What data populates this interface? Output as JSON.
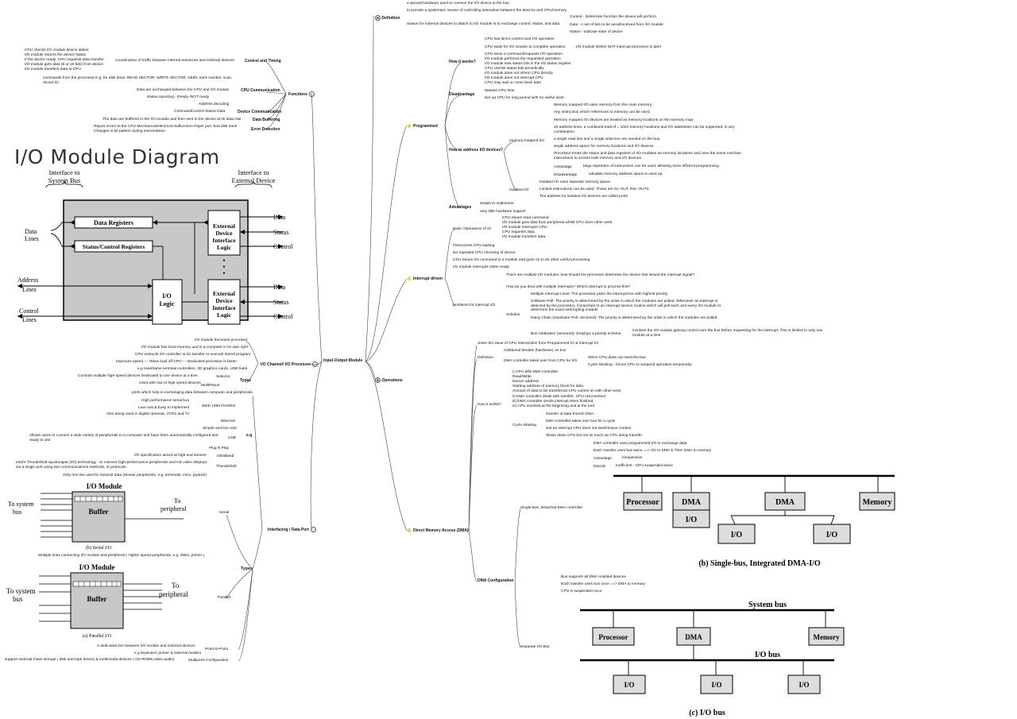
{
  "root": "Input-Output Module",
  "left": {
    "functions": {
      "label": "Functions",
      "control_timing": {
        "label": "Control and Timing",
        "desc": "Coordination of traffic between internal resources and external devices",
        "steps": [
          "CPU checks I/O module device status",
          "I/O module returns the device status",
          "If the device ready, CPU requests data transfer",
          "I/O module gets data (8 or 16 bits) from device",
          "I/O module transfers data to CPU"
        ]
      },
      "cpu_comm": {
        "label": "CPU Communication",
        "items": [
          "commands from the processor E.g. for disk drive: READ SECTOR, WRITE SECTOR, SEEK track number, scan record ID",
          "Data are exchanged between the CPU and I/O module",
          "Status reporting - Ready /NOT ready",
          "Address decoding"
        ]
      },
      "device_comm": {
        "label": "Device Communication",
        "desc": "Command/control Status Data"
      },
      "data_buffering": {
        "label": "Data Buffering",
        "desc": "The data are buffered in the I/O module and then sent to the device at its data rate"
      },
      "error_detection": {
        "label": "Error Detection",
        "desc": "Report errors to the CPU Mechanical/electrical malfunction Paper jam, bad disk track Changes in bit pattern during transmission"
      }
    },
    "diagram": {
      "title": "I/O Module Diagram",
      "iface_sys": "Interface to System Bus",
      "iface_ext": "Interface to External Device",
      "data_registers": "Data Registers",
      "status_registers": "Status/Control Registers",
      "io_logic": "I/O Logic",
      "ext_logic": "External Device Interface Logic",
      "data_lines": "Data Lines",
      "address_lines": "Address Lines",
      "control_lines": "Control Lines",
      "out_data": "Data",
      "out_status": "Status",
      "out_control": "Control"
    },
    "channel": {
      "label": "I/O Channel/ I/O Processor",
      "items": [
        "I/O module becomes processor",
        "I/O module has local memory and is a computer in its own right.",
        "CPU instructs I/O controller to do transfer or execute stored program",
        "Improves speed --- Takes load off CPU --- Dedicated processor is faster",
        "e.g mainframe terminal controllers, 3D graphics cards, USB hubs"
      ],
      "types_label": "Types",
      "selector": "Selector",
      "selector_desc": "Controls multiple high-speed devices  Dedicated to one device at a time",
      "multiplexor": "MultiPlexor",
      "multiplexor_desc": "Used with low or high speed devices"
    },
    "port": {
      "label": "Interfacing / Data Port",
      "desc": "ports which help in exchanging data between computer and peripherals.",
      "eg": "e.g",
      "ieee": "IEEE 1394 FireWire",
      "ieee_items": [
        "High performance serial bus",
        "Low cost & Easy to implement",
        "Also being used in digital cameras, VCRs and TV"
      ],
      "ethernet": "Ethernet",
      "usb": "USB",
      "usb_items": [
        "Simple and low cost",
        "Allows users to connect a wide variety of peripherals to a computer and have them automatically configured and ready to use",
        "Plug N Play"
      ],
      "infiniband": "InfiniBand",
      "infiniband_desc": "I/O specification aimed at high end servers",
      "thunderbolt": "Thunderbolt",
      "thunderbolt_desc": "Intel's Thunderbolt input/output (I/O) technology - to connect high-performance peripherals and HD video displays via a single port using two communications methods, or protocols.",
      "types": "Types",
      "serial": "Serial",
      "serial_desc": "Only one line used to transmit data (Slower peripherals, e.g. terminals, mice, joystick)",
      "parallel": "Parallel",
      "parallel_desc": "Multiple lines connecting I/O module and peripheral ( Higher speed peripherals, e.g. disks, printer )",
      "ptp": "Point-to-Point",
      "ptp_items": [
        "A dedicated line between I/O module and external devices",
        "e.g keyboard, printer & external modem"
      ],
      "multipoint": "Multipoint Configuration",
      "multipoint_desc": "support external mass storage ( disk and tape drives) & multimedia devices ( CD-ROMs,video,audio)"
    },
    "serial_fig": {
      "title": "I/O Module",
      "buffer": "Buffer",
      "sys": "To system bus",
      "peri": "To peripheral",
      "caption": "(b) Serial I/O"
    },
    "parallel_fig": {
      "title": "I/O Module",
      "buffer": "Buffer",
      "sys": "To system bus",
      "peri": "To peripheral",
      "caption": "(a) Parallel I/O"
    }
  },
  "right": {
    "definition": {
      "label": "Definition",
      "items": [
        "a special hardware used to connect the I/O device to the bus",
        "to provide a systematic means of controlling interaction between the devices and CPU/memory"
      ],
      "reason": "reason for external devices to attach to I/O module is to exchange control, status, and data",
      "cds": [
        "Control - Determine function the device will perform",
        "Data - A set of bits to be send/received from I/O module",
        "Status - Indicate state of device"
      ]
    },
    "operations": "Operations",
    "programmed": {
      "label": "Programmed",
      "how_label": "How it works?",
      "how_items": [
        "CPU has direct control over I/O operation",
        "CPU waits for I/O module to complete operation"
      ],
      "no_interrupt": "I/O module DOES NOT  interrupt processor to alert",
      "steps": [
        "CPU issue a command/requests I/O operation",
        "I/O module performs the requested operation",
        "I/O module sets status bits in the I/O status register",
        "CPU checks status bits periodically",
        "I/O module does not inform CPU directly",
        "I/O module does not interrupt CPU",
        "CPU may wait or come back later"
      ],
      "dis_label": "Disadvantage",
      "dis_items": [
        "Wastes CPU time",
        "ties up CPU for long period with no useful work"
      ],
      "addr_label": "How to address I/O devices?",
      "mm_label": "memory-mapped I/O",
      "mm_items": [
        "Memory mapped I/O uses memory from the main memory.",
        "Any instruction which references to memory can be used.",
        "Memory mapped I/O devices are treated as memory locations on the memory map.",
        "10 address lines, a combined total of  = 1024 memory locations and I/O addresses can be supported, in any combination",
        "a single read line and a single write line are needed on the bus.",
        "single address space for memory locations and I/O devices",
        "Processor treats the status and data registers of I/O modules as memory locations and uses the same machine instructions to access both memory and I/O devices."
      ],
      "mm_adv_label": "Advantage",
      "mm_adv": "large repertoire of instructions can be used, allowing more efficient programming.",
      "mm_dis_label": "Disadvantage",
      "mm_dis": "valuable memory address space is used up.",
      "iso_label": "Isolated I/O",
      "iso_items": [
        "Isolated I/O uses separate memory space.",
        "Limited instructions can be used. Those are IN, OUT, INS, OUTS",
        "The address for isolated I/O devices are called ports"
      ],
      "adv_label": "Advantages",
      "adv_items": [
        "simple to implement",
        "very little hardware support"
      ]
    },
    "interrupt": {
      "label": "Interrupt driven",
      "basic_label": "Basic Operations of IO",
      "basic_items": [
        "CPU issues read command.",
        "I/O module gets data from peripheral whilst CPU does other work.",
        "I/O module interrupts CPU.",
        "CPU requests data.",
        "I/O module transfers data."
      ],
      "items": [
        "Overcomes CPU waiting",
        "No repeated CPU checking of device",
        "CPU issues I/O command to a module and goes on to do other useful processing",
        "I/O module interrupts when ready"
      ],
      "prob_label": "problems for interrupt I/O",
      "prob_items": [
        "There are multiple I/O modules; how should the processor determine the device that issued the interrupt signal?",
        "How do you deal with multiple interrupts? Which interrupt to process first?"
      ],
      "sol_label": "Solution",
      "sol_items": [
        "Multiple Interrupt Lines: The processor picks the interrupt line with highest priority.",
        "Software Poll: The priority is determined by the order in which the modules are polled. Whenever an interrupt is detected by the processor, it branches to an interrupt service routine which will poll each and every I/O module to determine the exact interrupting module",
        "Daisy Chain (Hardware Poll, Vectored): The priority is determined by the order in which the modules are polled.",
        "Bus Arbitration (Vectored): Employs a priority scheme"
      ],
      "bus_arb": "involves the I/O module gaining control over the bus before requesting for the interrupt. This is limited to only one module at a time"
    },
    "dma": {
      "label": "Direct Memory Access (DMA)",
      "solve": "Solve the issue of CPU intervention from Programmed IO & Interrupt IO",
      "def_label": "Definition",
      "def_items": [
        "Additional Module (hardware) on bus",
        "DMA controller takes over from CPU for I/O"
      ],
      "def_sub": [
        "When CPU does not need the bus",
        "Cycle Stealing - forces CPU to suspend operation temporarily"
      ],
      "how_label": "How it works?",
      "how_items": [
        "i) CPU tells DMA controller:",
        "Read/Write",
        "Device address",
        "Starting address of memory block for data",
        "Amount of data to be transferred CPU carries on with other work",
        "ii)  DMA controller deals with transfer- CPU not involved",
        "iii)  DMA controller sends interrupt when finished",
        "iv) CPU involved at the beginning and at the end"
      ],
      "cycle_label": "Cycle stealing",
      "cycle_items": [
        "transfer of data from/to DMA",
        "DMA controller takes over bus for a cycle",
        "Not an interrupt CPU does not switch/save context",
        "Slows down CPU but not as much as CPU doing transfer"
      ],
      "config_label": "DMA Configuration",
      "single_label": "Single Bus, detached DMA controller",
      "single_items": [
        "DMA controller uses programmed I/O to exchange data",
        "Each transfer uses bus twice  ==>  I/O to DMA  & Then DMA to memory"
      ],
      "single_adv_label": "Advantage",
      "single_adv": "Inexpensive",
      "single_dis_label": "DisAdv",
      "single_dis": "Inefficient - CPU suspended twice",
      "sep_label": "Separate I/O Bus",
      "sep_items": [
        "Bus supports all DMA enabled devices",
        "Each transfer uses bus once ==> DMA to memory",
        "CPU is suspended once"
      ],
      "fig1": {
        "processor": "Processor",
        "dma": "DMA",
        "io": "I/O",
        "memory": "Memory",
        "caption": "(b) Single-bus, Integrated DMA-I/O"
      },
      "fig2": {
        "system_bus": "System bus",
        "processor": "Processor",
        "dma": "DMA",
        "memory": "Memory",
        "io_bus": "I/O bus",
        "io": "I/O",
        "caption": "(c) I/O bus"
      }
    }
  }
}
